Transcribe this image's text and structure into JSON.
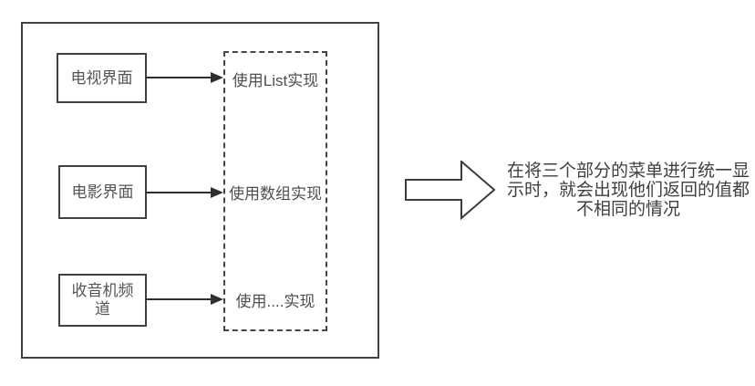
{
  "diagram": {
    "source_boxes": [
      {
        "label": "电视界面"
      },
      {
        "label": "电影界面"
      },
      {
        "label": "收音机频道"
      }
    ],
    "implementations": [
      {
        "label": "使用List实现"
      },
      {
        "label": "使用数组实现"
      },
      {
        "label": "使用....实现"
      }
    ],
    "note": {
      "lines": [
        "在将三个部分的菜单进行统一显",
        "示时，就会出现他们返回的值都",
        "不相同的情况"
      ]
    },
    "colors": {
      "box_border": "#414141",
      "dashed_border": "#454545",
      "arrow": "#2f2f2f",
      "text": "#4f4f4f",
      "background": "#ffffff"
    }
  }
}
